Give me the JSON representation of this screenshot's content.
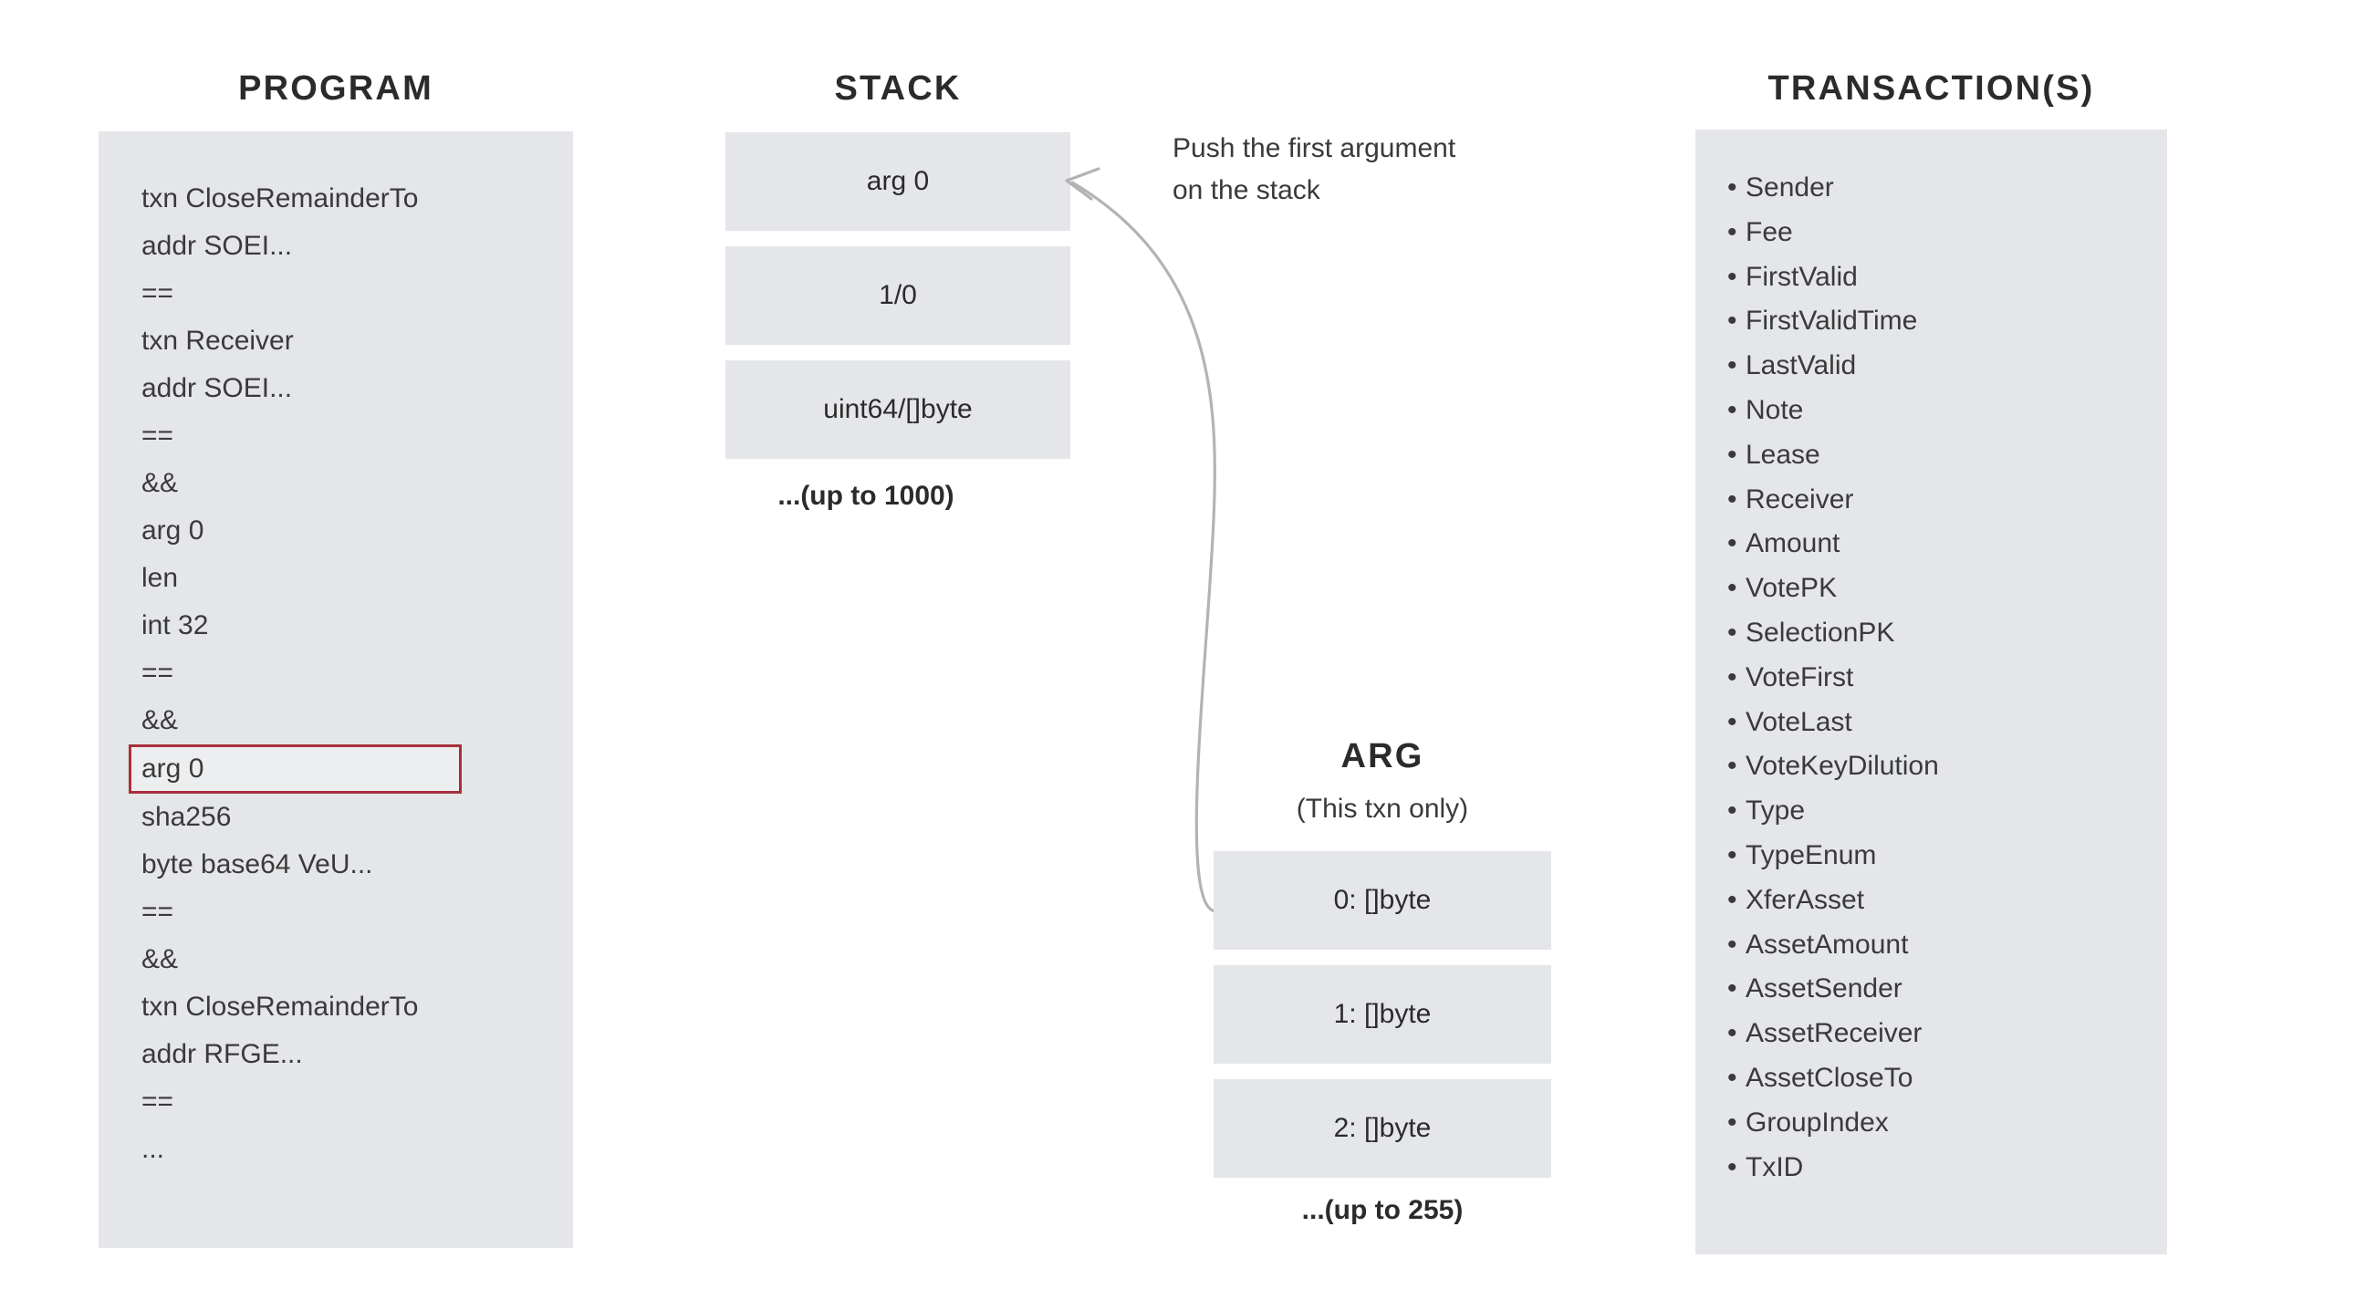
{
  "colors": {
    "panel_fill": "#e4e6e9",
    "slot_fill": "#e4e6e9",
    "highlight_border": "#a8303a",
    "text": "#2b2b2b",
    "arrow": "#b3b3b3",
    "background": "#ffffff"
  },
  "program": {
    "title": "PROGRAM",
    "rows": [
      {
        "text": "txn CloseRemainderTo",
        "highlighted": false
      },
      {
        "text": "addr SOEI...",
        "highlighted": false
      },
      {
        "text": "==",
        "highlighted": false
      },
      {
        "text": "txn Receiver",
        "highlighted": false
      },
      {
        "text": "addr SOEI...",
        "highlighted": false
      },
      {
        "text": "==",
        "highlighted": false
      },
      {
        "text": "&&",
        "highlighted": false
      },
      {
        "text": "arg 0",
        "highlighted": false
      },
      {
        "text": "len",
        "highlighted": false
      },
      {
        "text": "int 32",
        "highlighted": false
      },
      {
        "text": "==",
        "highlighted": false
      },
      {
        "text": "&&",
        "highlighted": false
      },
      {
        "text": "arg 0",
        "highlighted": true
      },
      {
        "text": "sha256",
        "highlighted": false
      },
      {
        "text": "byte base64 VeU...",
        "highlighted": false
      },
      {
        "text": "==",
        "highlighted": false
      },
      {
        "text": "&&",
        "highlighted": false
      },
      {
        "text": "txn CloseRemainderTo",
        "highlighted": false
      },
      {
        "text": "addr RFGE...",
        "highlighted": false
      },
      {
        "text": "==",
        "highlighted": false
      },
      {
        "text": "...",
        "highlighted": false
      }
    ]
  },
  "stack": {
    "title": "STACK",
    "slots": [
      "arg 0",
      "1/0",
      "uint64/[]byte"
    ],
    "more_caption": "...(up to 1000)"
  },
  "annotation": {
    "line1": "Push the first argument",
    "line2": "on the stack"
  },
  "arg": {
    "title": "ARG",
    "subtitle": "(This txn only)",
    "slots": [
      "0: []byte",
      "1: []byte",
      "2: []byte"
    ],
    "more_caption": "...(up to 255)"
  },
  "transactions": {
    "title": "TRANSACTION(S)",
    "bullet": "•",
    "fields": [
      "Sender",
      "Fee",
      "FirstValid",
      "FirstValidTime",
      "LastValid",
      "Note",
      "Lease",
      "Receiver",
      "Amount",
      "VotePK",
      "SelectionPK",
      "VoteFirst",
      "VoteLast",
      "VoteKeyDilution",
      "Type",
      "TypeEnum",
      "XferAsset",
      "AssetAmount",
      "AssetSender",
      "AssetReceiver",
      "AssetCloseTo",
      "GroupIndex",
      "TxID"
    ]
  }
}
